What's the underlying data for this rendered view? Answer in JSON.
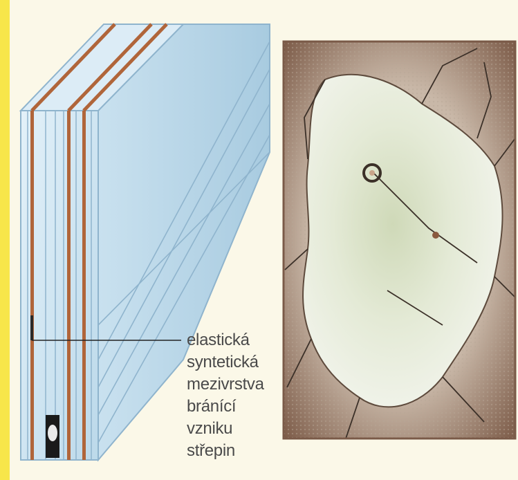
{
  "annotation": {
    "lines": [
      "elastická",
      "syntetická",
      "mezivrstva",
      "bránící",
      "vzniku",
      "střepin"
    ]
  },
  "colors": {
    "background": "#fbf8e8",
    "left_border": "#f7e64a",
    "glass_face": "#d8ebf6",
    "glass_edge": "#8fb4cd",
    "interlayer": "#b0653a",
    "photo_frame": "#7a5a48",
    "shattered_glass": "#e8eee0",
    "label_text": "#4a4a4a"
  }
}
